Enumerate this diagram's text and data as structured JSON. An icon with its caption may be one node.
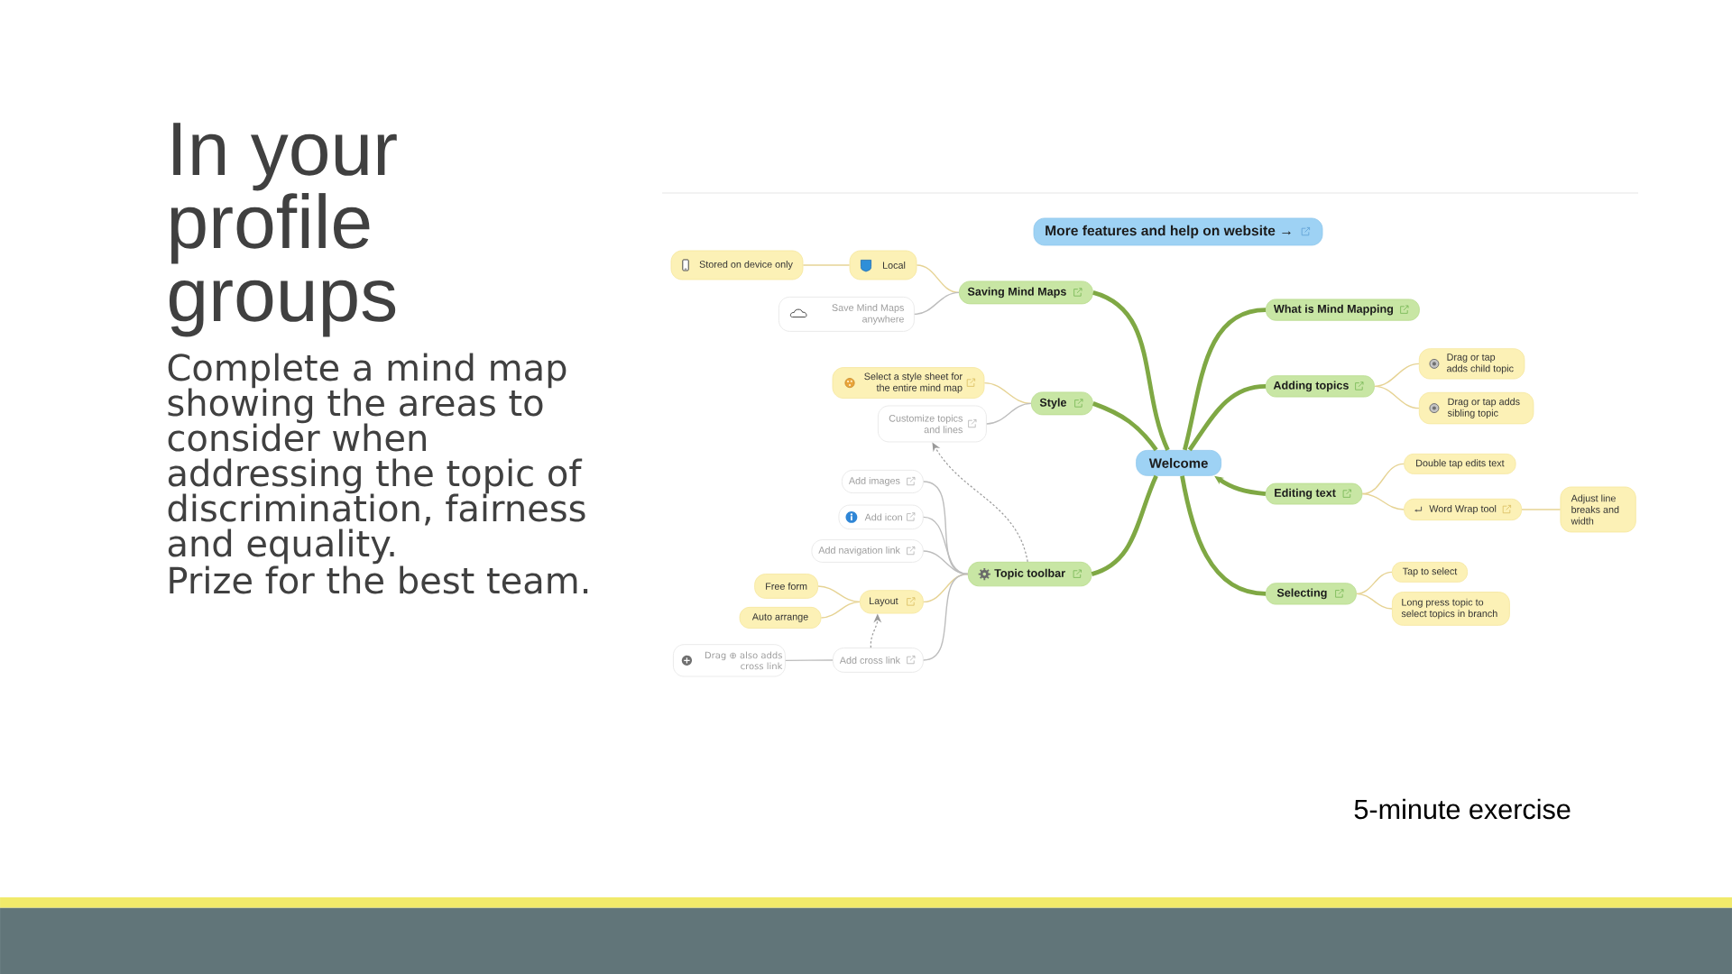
{
  "diagram": {
    "title": "In your profile groups",
    "nodes": [
      {
        "text": [
          "Welcome"
        ]
      },
      {
        "text": [
          "More features and help on website →"
        ]
      },
      {
        "text": [
          "Saving Mind Maps"
        ]
      },
      {
        "text": [
          "Local"
        ]
      },
      {
        "text": [
          "Stored on device only"
        ]
      },
      {
        "text": [
          "Save Mind Maps anywhere"
        ]
      },
      {
        "text": [
          "Style"
        ]
      },
      {
        "text": [
          "Select a style sheet for the entire mind map"
        ]
      },
      {
        "text": [
          "Customize topics and lines"
        ]
      },
      {
        "text": [
          "Topic toolbar"
        ]
      },
      {
        "text": [
          "Add images"
        ]
      },
      {
        "text": [
          "Add icon"
        ]
      },
      {
        "text": [
          "Add navigation link"
        ]
      },
      {
        "text": [
          "Layout"
        ]
      },
      {
        "text": [
          "Free form"
        ]
      },
      {
        "text": [
          "Auto arrange"
        ]
      },
      {
        "text": [
          "Add cross link"
        ]
      },
      {
        "text": [
          "Drag ⊕ also adds cross link"
        ]
      },
      {
        "text": [
          "What is Mind Mapping"
        ]
      },
      {
        "text": [
          "Adding topics"
        ]
      },
      {
        "text": [
          "Drag or tap adds child topic"
        ]
      },
      {
        "text": [
          "Drag or tap adds sibling topic"
        ]
      },
      {
        "text": [
          "Editing text"
        ]
      },
      {
        "text": [
          "Double tap edits text"
        ]
      },
      {
        "text": [
          "Word Wrap tool"
        ]
      },
      {
        "text": [
          "Adjust line breaks and width"
        ]
      },
      {
        "text": [
          "Selecting"
        ]
      },
      {
        "text": [
          "Tap to select"
        ]
      },
      {
        "text": [
          "Long press topic to select topics in branch"
        ]
      }
    ],
    "edges": [
      {
        "from": 0,
        "to": 2,
        "arrow": "none",
        "style": "thick",
        "color": "#7fa844"
      },
      {
        "from": 2,
        "to": 3,
        "arrow": "none"
      },
      {
        "from": 3,
        "to": 4,
        "arrow": "none"
      },
      {
        "from": 2,
        "to": 5,
        "arrow": "none",
        "color": "#bdbdbd"
      },
      {
        "from": 0,
        "to": 6,
        "arrow": "none",
        "style": "thick",
        "color": "#7fa844"
      },
      {
        "from": 6,
        "to": 7,
        "arrow": "none"
      },
      {
        "from": 6,
        "to": 8,
        "arrow": "none",
        "color": "#bdbdbd"
      },
      {
        "from": 0,
        "to": 9,
        "arrow": "none",
        "style": "thick",
        "color": "#7fa844"
      },
      {
        "from": 9,
        "to": 10,
        "arrow": "none",
        "color": "#bdbdbd"
      },
      {
        "from": 9,
        "to": 11,
        "arrow": "none",
        "color": "#bdbdbd"
      },
      {
        "from": 9,
        "to": 12,
        "arrow": "none",
        "color": "#bdbdbd"
      },
      {
        "from": 9,
        "to": 13,
        "arrow": "none"
      },
      {
        "from": 13,
        "to": 14,
        "arrow": "none"
      },
      {
        "from": 13,
        "to": 15,
        "arrow": "none"
      },
      {
        "from": 9,
        "to": 16,
        "arrow": "none",
        "color": "#bdbdbd"
      },
      {
        "from": 16,
        "to": 17,
        "arrow": "none",
        "color": "#bdbdbd"
      },
      {
        "from": 16,
        "to": 13,
        "arrow": "to",
        "style": "dashed",
        "color": "#9a9a9a"
      },
      {
        "from": 9,
        "to": 8,
        "arrow": "to",
        "style": "dashed",
        "color": "#9a9a9a"
      },
      {
        "from": 0,
        "to": 18,
        "arrow": "none",
        "style": "thick",
        "color": "#7fa844"
      },
      {
        "from": 0,
        "to": 19,
        "arrow": "none",
        "style": "thick",
        "color": "#7fa844"
      },
      {
        "from": 19,
        "to": 20,
        "arrow": "none"
      },
      {
        "from": 19,
        "to": 21,
        "arrow": "none"
      },
      {
        "from": 22,
        "to": 0,
        "arrow": "to",
        "style": "thick",
        "color": "#7fa844"
      },
      {
        "from": 22,
        "to": 23,
        "arrow": "none"
      },
      {
        "from": 22,
        "to": 24,
        "arrow": "none"
      },
      {
        "from": 24,
        "to": 25,
        "arrow": "none"
      },
      {
        "from": 0,
        "to": 26,
        "arrow": "none",
        "style": "thick",
        "color": "#7fa844"
      },
      {
        "from": 26,
        "to": 27,
        "arrow": "none"
      },
      {
        "from": 26,
        "to": 28,
        "arrow": "none"
      }
    ],
    "labels": [
      "Complete a mind map showing the areas to consider when addressing the topic of discrimination, fairness and equality.",
      "Prize for the best team.",
      "5-minute exercise"
    ]
  }
}
